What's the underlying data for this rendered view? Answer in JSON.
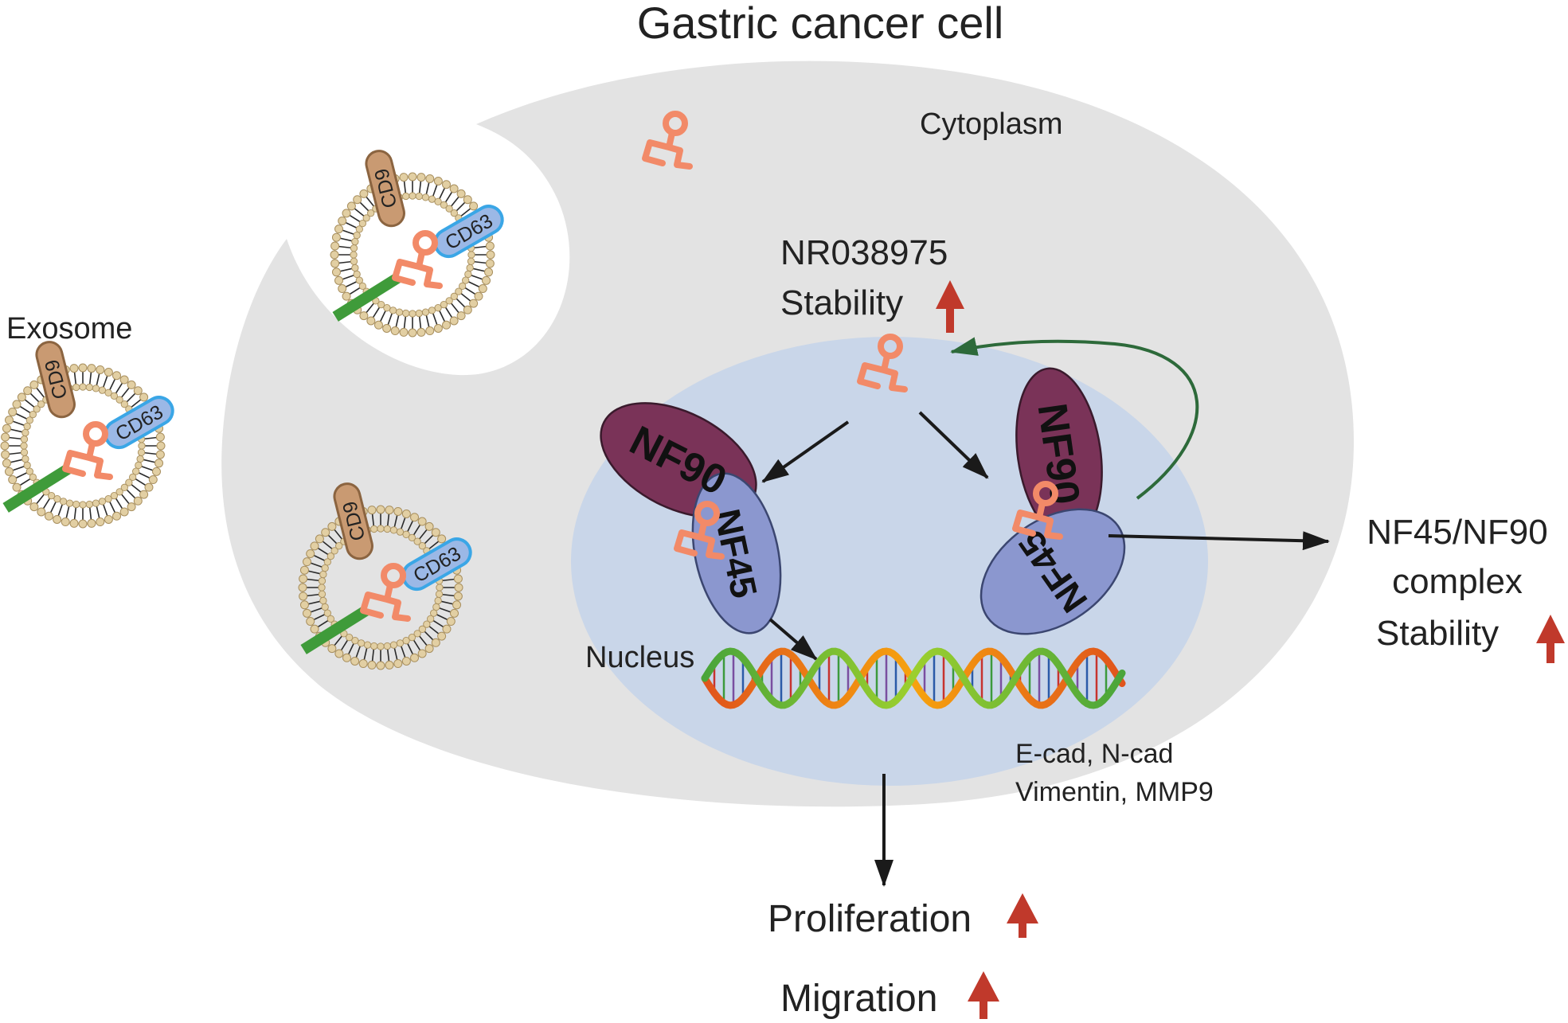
{
  "title": "Gastric cancer cell",
  "labels": {
    "exosome": "Exosome",
    "cytoplasm": "Cytoplasm",
    "nucleus": "Nucleus",
    "nr_line1": "NR038975",
    "nr_line2": "Stability",
    "complex_line1": "NF45/NF90",
    "complex_line2": "complex",
    "complex_line3": "Stability",
    "genes_line1": "E-cad, N-cad",
    "genes_line2": "Vimentin, MMP9",
    "proliferation": "Proliferation",
    "migration": "Migration"
  },
  "markers": {
    "cd9": "CD9",
    "cd63": "CD63"
  },
  "proteins": {
    "nf90": "NF90",
    "nf45": "NF45"
  },
  "colors": {
    "cell": "#e3e3e3",
    "nucleus": "#c9d6e9",
    "rna": "#f28a68",
    "nf90": "#7a3358",
    "nf45": "#8b97cf",
    "cd9": "#c99a72",
    "cd63": "#3aa6e6",
    "transmembrane": "#3f9b3a",
    "up_arrow": "#c0392b",
    "feedback_arrow": "#2d6a3a",
    "membrane_head": "#e2cfa3"
  }
}
